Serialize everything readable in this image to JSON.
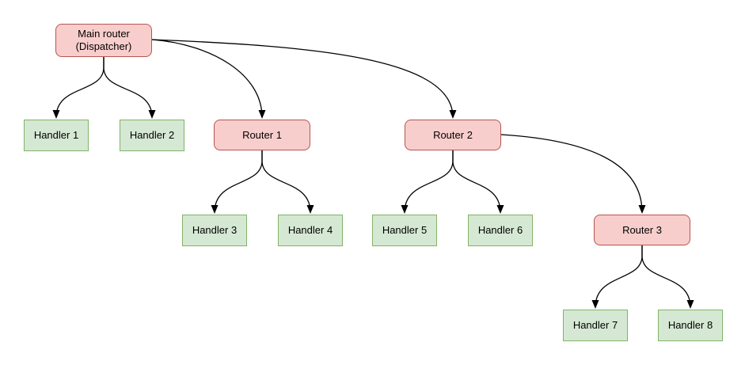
{
  "diagram": {
    "colors": {
      "router_fill": "#f8cecc",
      "router_border": "#b85450",
      "handler_fill": "#d5e8d4",
      "handler_border": "#82b366",
      "edge": "#000000",
      "background": "#ffffff",
      "text": "#000000"
    },
    "nodes": [
      {
        "id": "main-router",
        "type": "router",
        "lines": [
          "Main router",
          "(Dispatcher)"
        ]
      },
      {
        "id": "handler-1",
        "type": "handler",
        "label": "Handler 1"
      },
      {
        "id": "handler-2",
        "type": "handler",
        "label": "Handler 2"
      },
      {
        "id": "router-1",
        "type": "router",
        "label": "Router 1"
      },
      {
        "id": "router-2",
        "type": "router",
        "label": "Router 2"
      },
      {
        "id": "handler-3",
        "type": "handler",
        "label": "Handler 3"
      },
      {
        "id": "handler-4",
        "type": "handler",
        "label": "Handler 4"
      },
      {
        "id": "handler-5",
        "type": "handler",
        "label": "Handler 5"
      },
      {
        "id": "handler-6",
        "type": "handler",
        "label": "Handler 6"
      },
      {
        "id": "router-3",
        "type": "router",
        "label": "Router 3"
      },
      {
        "id": "handler-7",
        "type": "handler",
        "label": "Handler 7"
      },
      {
        "id": "handler-8",
        "type": "handler",
        "label": "Handler 8"
      }
    ],
    "edges": [
      {
        "from": "main-router",
        "to": "handler-1"
      },
      {
        "from": "main-router",
        "to": "handler-2"
      },
      {
        "from": "main-router",
        "to": "router-1"
      },
      {
        "from": "main-router",
        "to": "router-2"
      },
      {
        "from": "router-1",
        "to": "handler-3"
      },
      {
        "from": "router-1",
        "to": "handler-4"
      },
      {
        "from": "router-2",
        "to": "handler-5"
      },
      {
        "from": "router-2",
        "to": "handler-6"
      },
      {
        "from": "router-2",
        "to": "router-3"
      },
      {
        "from": "router-3",
        "to": "handler-7"
      },
      {
        "from": "router-3",
        "to": "handler-8"
      }
    ]
  }
}
